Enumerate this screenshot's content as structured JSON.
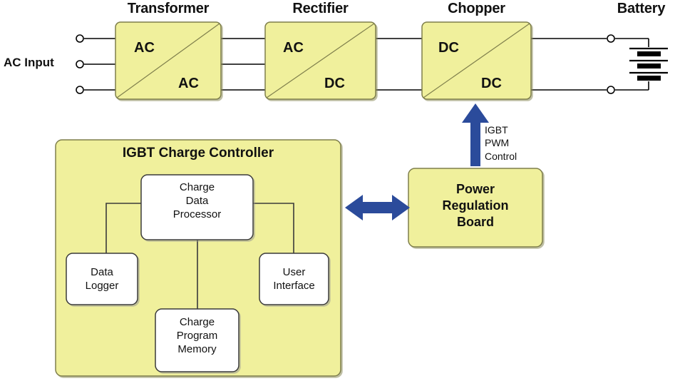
{
  "diagram": {
    "title_labels": {
      "transformer": "Transformer",
      "rectifier": "Rectifier",
      "chopper": "Chopper",
      "battery": "Battery"
    },
    "source_label": "AC Input",
    "stages": [
      {
        "id": "transformer",
        "header": "Transformer",
        "input_type": "AC",
        "output_type": "AC",
        "input_lines": 3,
        "output_lines": 3
      },
      {
        "id": "rectifier",
        "header": "Rectifier",
        "input_type": "AC",
        "output_type": "DC",
        "input_lines": 3,
        "output_lines": 2
      },
      {
        "id": "chopper",
        "header": "Chopper",
        "input_type": "DC",
        "output_type": "DC",
        "input_lines": 2,
        "output_lines": 2
      }
    ],
    "battery": {
      "header": "Battery",
      "cells": 3,
      "terminals": 2
    },
    "controller": {
      "title": "IGBT Charge Controller",
      "blocks": [
        {
          "id": "charge-data-processor",
          "label": "Charge\nData\nProcessor"
        },
        {
          "id": "data-logger",
          "label": "Data\nLogger"
        },
        {
          "id": "charge-program-memory",
          "label": "Charge\nProgram\nMemory"
        },
        {
          "id": "user-interface",
          "label": "User\nInterface"
        }
      ]
    },
    "power_regulation_board": {
      "label": "Power\nRegulation\nBoard"
    },
    "connections": [
      {
        "id": "controller-to-prb",
        "label": "",
        "style": "double-arrow",
        "direction": "bidirectional"
      },
      {
        "id": "prb-to-chopper",
        "label": "IGBT\nPWM\nControl",
        "style": "arrow",
        "direction": "up"
      }
    ],
    "pwm_label": "IGBT\nPWM\nControl",
    "colors": {
      "block_fill": "#f0f09c",
      "block_stroke": "#7f7f4c",
      "inner_fill": "#ffffff",
      "inner_stroke": "#3a3a3a",
      "wire": "#000000",
      "arrow": "#2b4b9b",
      "text": "#111111",
      "background": "#ffffff"
    }
  }
}
